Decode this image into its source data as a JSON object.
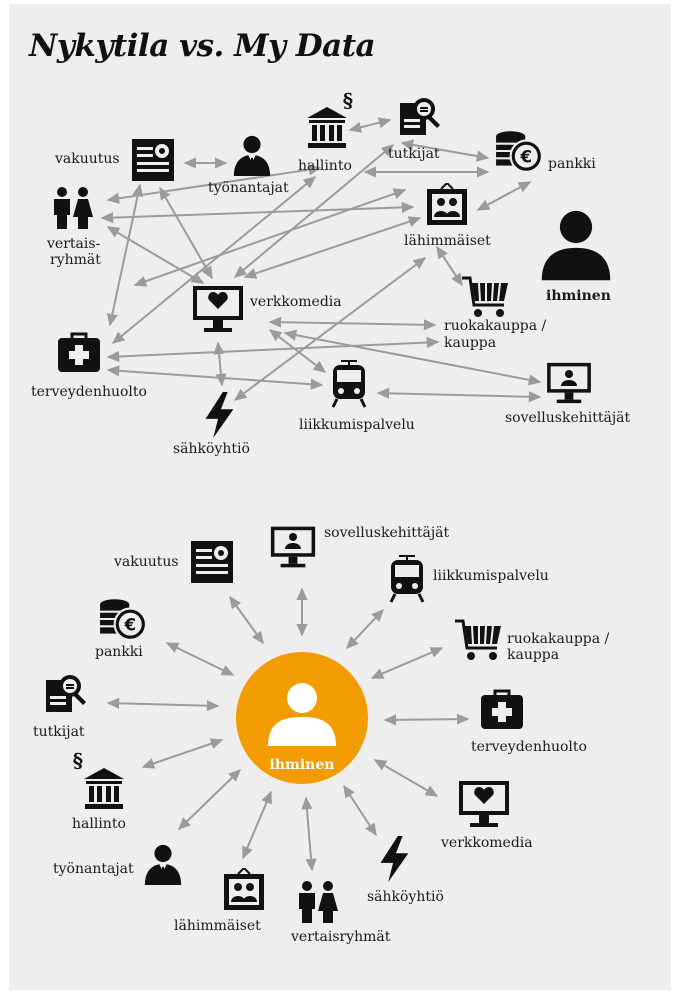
{
  "title": "Nykytila vs. My Data",
  "colors": {
    "background": "#efeeee",
    "icon": "#111111",
    "arrow": "#9c9b9b",
    "accent": "#f39c00",
    "accent_text": "#ffffff"
  },
  "top": {
    "vakuutus": "vakuutus",
    "tyonantajat": "työnantajat",
    "hallinto": "hallinto",
    "tutkijat": "tutkijat",
    "pankki": "pankki",
    "vertaisryhmat_1": "vertais-",
    "vertaisryhmat_2": "ryhmät",
    "lahimmaiset": "lähimmäiset",
    "ihminen": "ihminen",
    "verkkomedia": "verkkomedia",
    "ruokakauppa_1": "ruokakauppa /",
    "ruokakauppa_2": "kauppa",
    "terveydenhuolto": "terveydenhuolto",
    "sahkoyhtio": "sähköyhtiö",
    "liikkumispalvelu": "liikkumispalvelu",
    "sovelluskehittajat": "sovelluskehittäjät"
  },
  "bottom": {
    "vakuutus": "vakuutus",
    "sovelluskehittajat": "sovelluskehittäjät",
    "liikkumispalvelu": "liikkumispalvelu",
    "pankki": "pankki",
    "ruokakauppa_1": "ruokakauppa /",
    "ruokakauppa_2": "kauppa",
    "tutkijat": "tutkijat",
    "terveydenhuolto": "terveydenhuolto",
    "hallinto": "hallinto",
    "verkkomedia": "verkkomedia",
    "tyonantajat": "työnantajat",
    "sahkoyhtio": "sähköyhtiö",
    "lahimmaiset": "lähimmäiset",
    "vertaisryhmat": "vertaisryhmät",
    "ihminen": "ihminen"
  }
}
